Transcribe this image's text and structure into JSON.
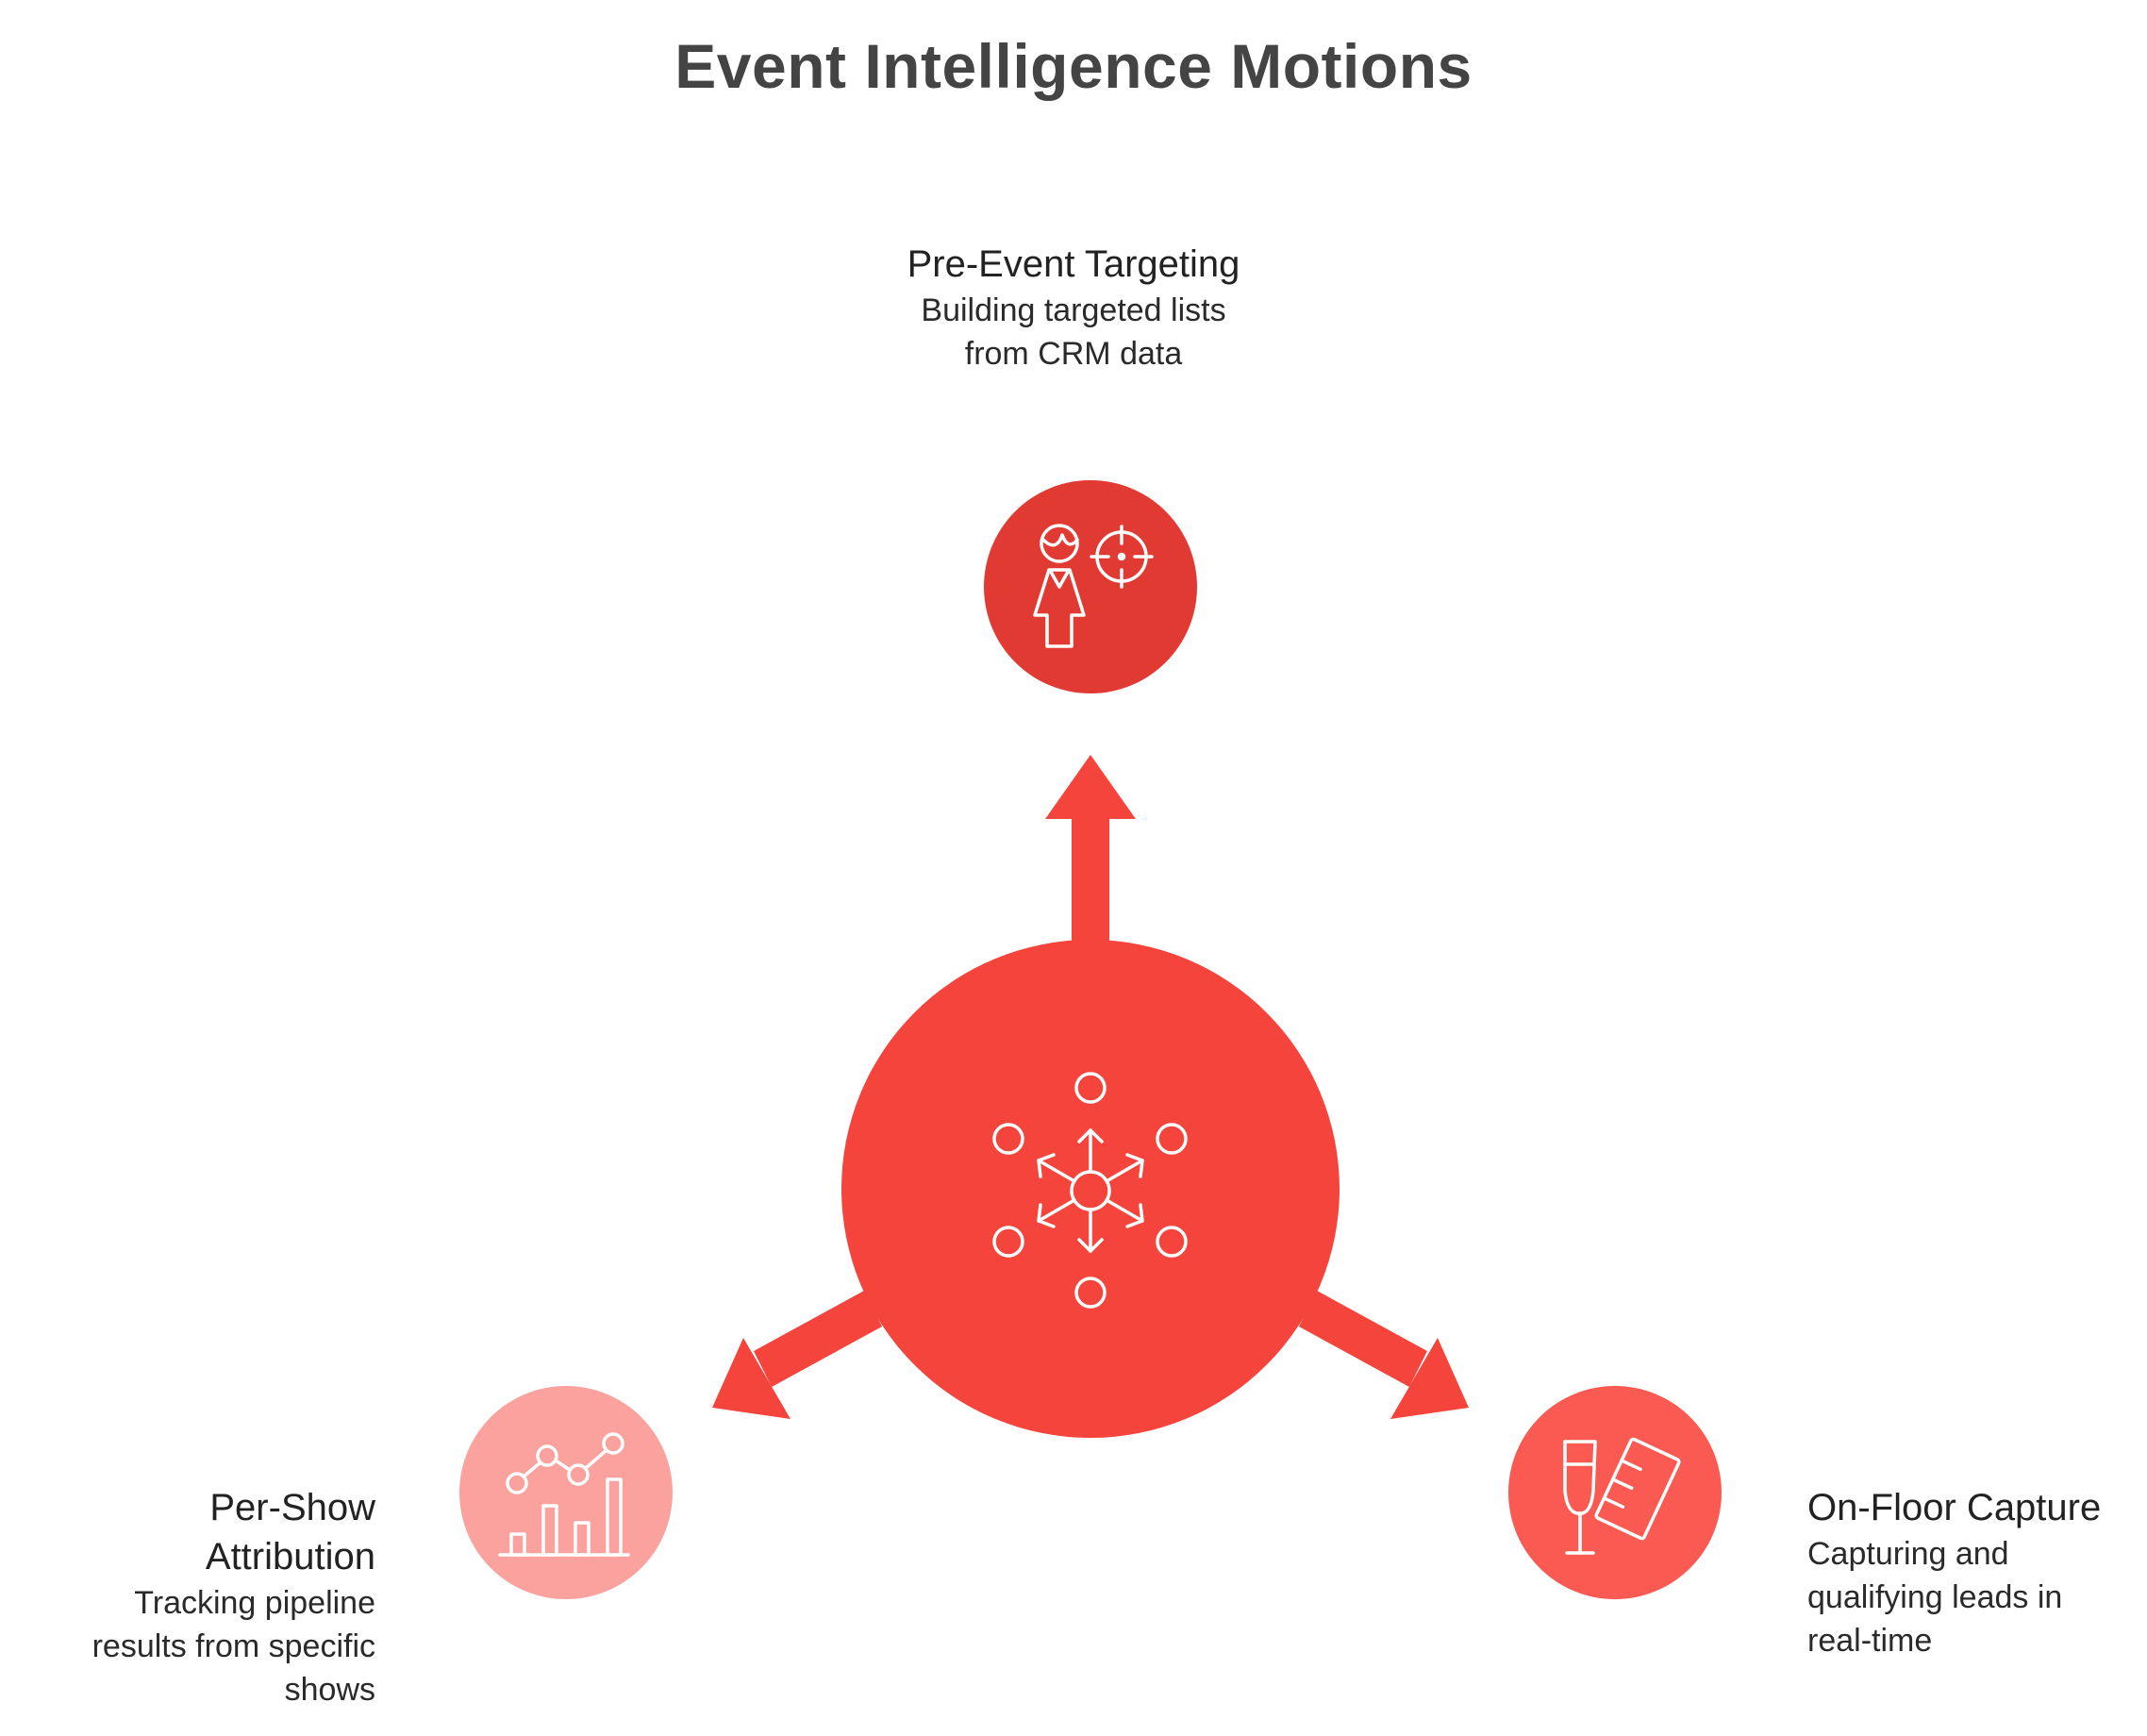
{
  "title": "Event Intelligence Motions",
  "colors": {
    "hub": "#F5443B",
    "top_node": "#E13A33",
    "right_node": "#FA5A52",
    "left_node": "#FCA29E",
    "arrows": "#F5443B",
    "icon_stroke": "#FFFFFF",
    "text": "#222222",
    "title": "#444444"
  },
  "hub": {
    "icon": "network-arrows-icon"
  },
  "nodes": [
    {
      "id": "pre-event",
      "heading": "Pre-Event Targeting",
      "description": "Building targeted lists\nfrom CRM data",
      "icon": "person-target-icon"
    },
    {
      "id": "on-floor",
      "heading": "On-Floor Capture",
      "description": "Capturing and\nqualifying leads in\nreal-time",
      "icon": "drink-checklist-icon"
    },
    {
      "id": "per-show",
      "heading": "Per-Show \nAttribution",
      "description": "Tracking pipeline\nresults from specific\nshows",
      "icon": "chart-line-bars-icon"
    }
  ]
}
